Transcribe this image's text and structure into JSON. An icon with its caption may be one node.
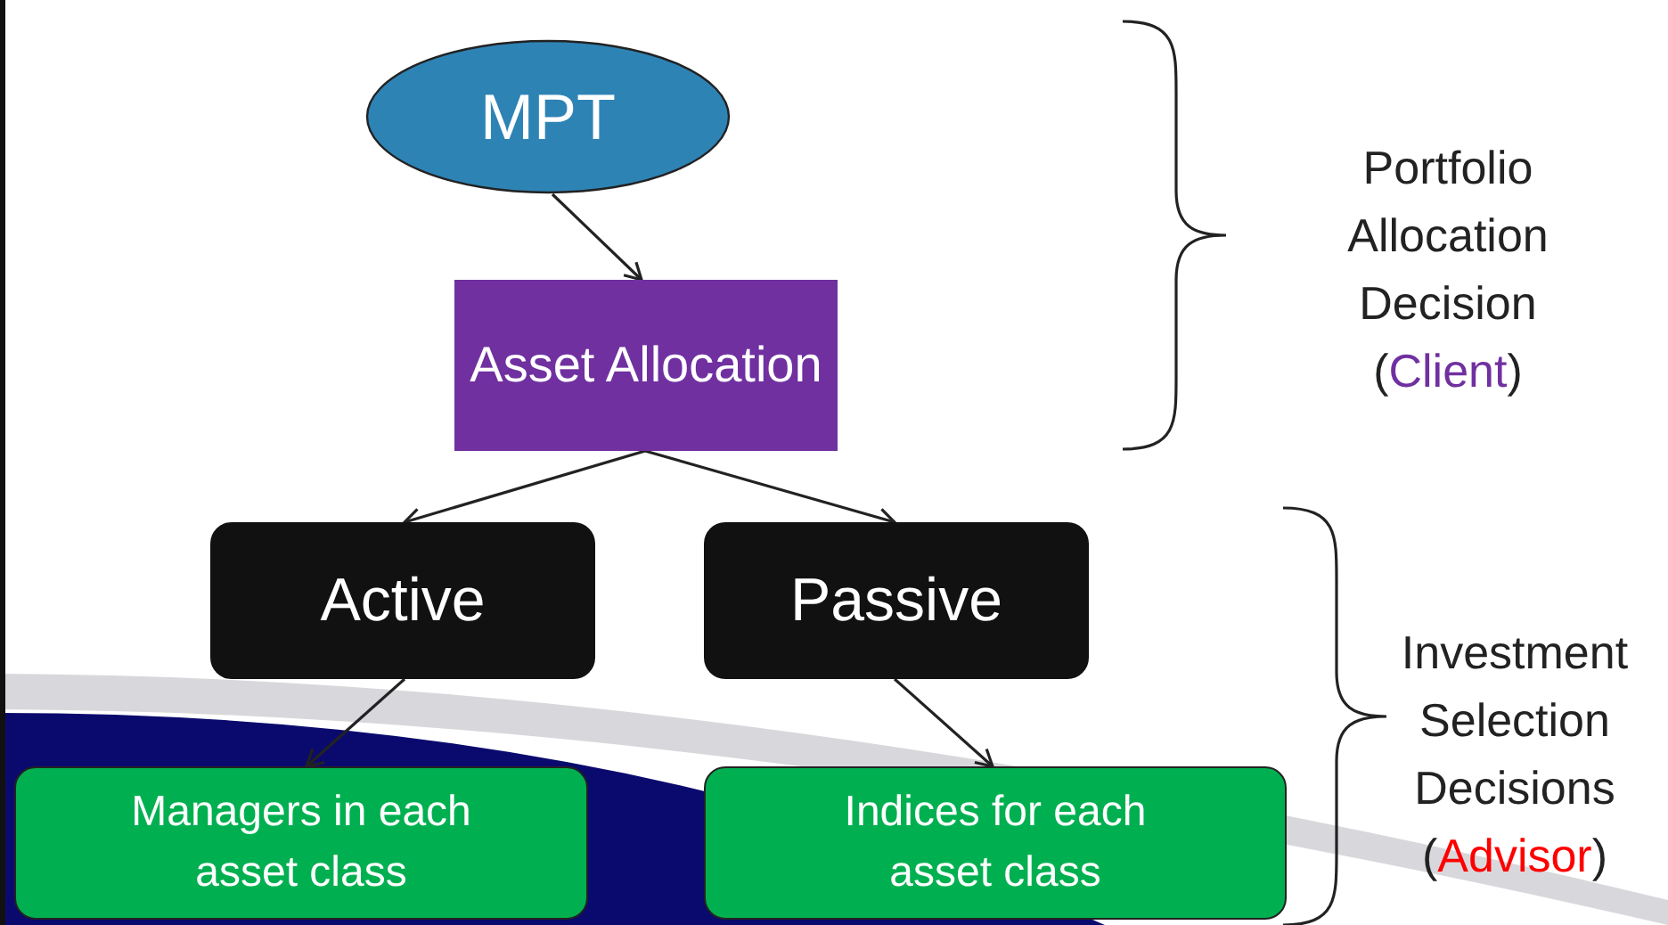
{
  "diagram": {
    "nodes": [
      {
        "text": [
          "MPT"
        ]
      },
      {
        "text": [
          "Asset Allocation"
        ]
      },
      {
        "text": [
          "Active"
        ]
      },
      {
        "text": [
          "Passive"
        ]
      },
      {
        "text": [
          "Managers in each asset class"
        ]
      },
      {
        "text": [
          "Indices for each asset class"
        ]
      }
    ],
    "edges": [
      {
        "from": 0,
        "to": 1,
        "arrow": "to"
      },
      {
        "from": 1,
        "to": 2,
        "arrow": "to"
      },
      {
        "from": 1,
        "to": 3,
        "arrow": "to"
      },
      {
        "from": 2,
        "to": 4,
        "arrow": "to"
      },
      {
        "from": 3,
        "to": 5,
        "arrow": "to"
      }
    ],
    "labels": [
      "Portfolio Allocation Decision (Client)",
      "Investment Selection Decisions (Advisor)"
    ]
  }
}
